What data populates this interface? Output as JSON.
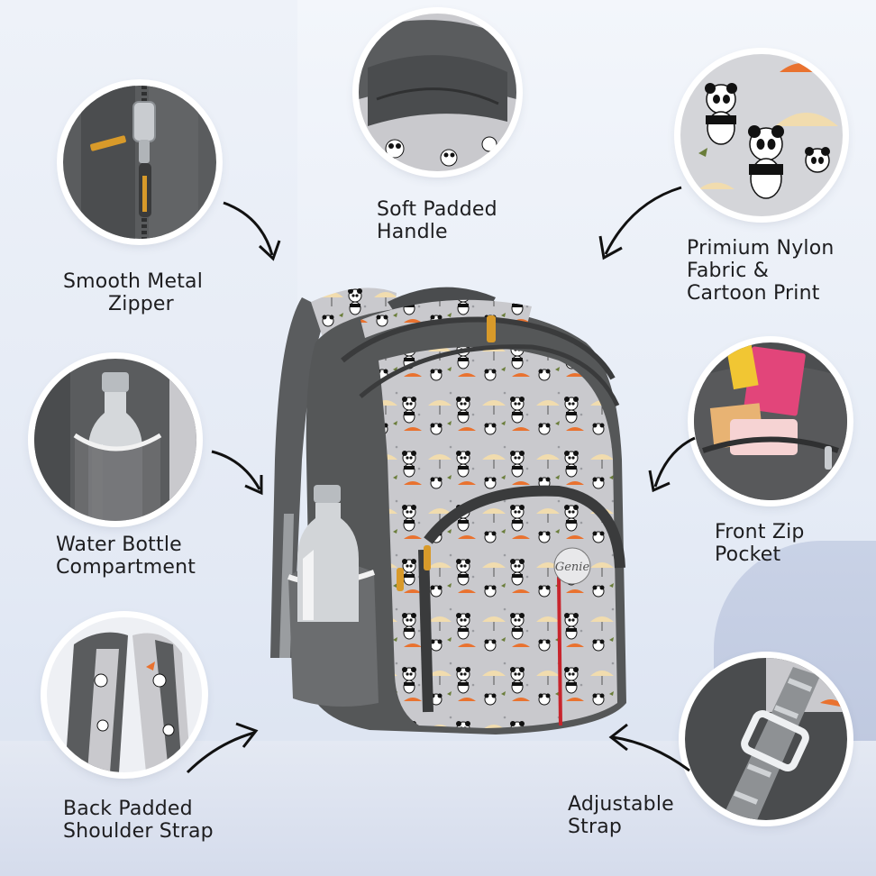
{
  "features": [
    {
      "id": "zipper",
      "icon": "zipper-closeup-icon",
      "lines": [
        "Smooth Metal",
        "Zipper"
      ]
    },
    {
      "id": "handle",
      "icon": "handle-closeup-icon",
      "lines": [
        "Soft Padded",
        "Handle"
      ]
    },
    {
      "id": "fabric",
      "icon": "panda-print-closeup-icon",
      "lines": [
        "Primium Nylon",
        "Fabric &",
        "Cartoon Print"
      ]
    },
    {
      "id": "bottle",
      "icon": "bottle-pocket-closeup-icon",
      "lines": [
        "Water Bottle",
        "Compartment"
      ]
    },
    {
      "id": "front",
      "icon": "front-pocket-closeup-icon",
      "lines": [
        "Front Zip",
        "Pocket"
      ]
    },
    {
      "id": "shoulder",
      "icon": "shoulder-strap-closeup-icon",
      "lines": [
        "Back Padded",
        "Shoulder Strap"
      ]
    },
    {
      "id": "adjust",
      "icon": "buckle-closeup-icon",
      "lines": [
        "Adjustable",
        "Strap"
      ]
    }
  ],
  "brand": {
    "logo_text": "Genie"
  },
  "colors": {
    "body_gray": "#555758",
    "print_bg": "#c9c9cd",
    "accent_orange": "#e9722f",
    "accent_cream": "#f1dcae",
    "accent_red": "#c8242c",
    "zipper_yellow": "#d89a2a"
  }
}
